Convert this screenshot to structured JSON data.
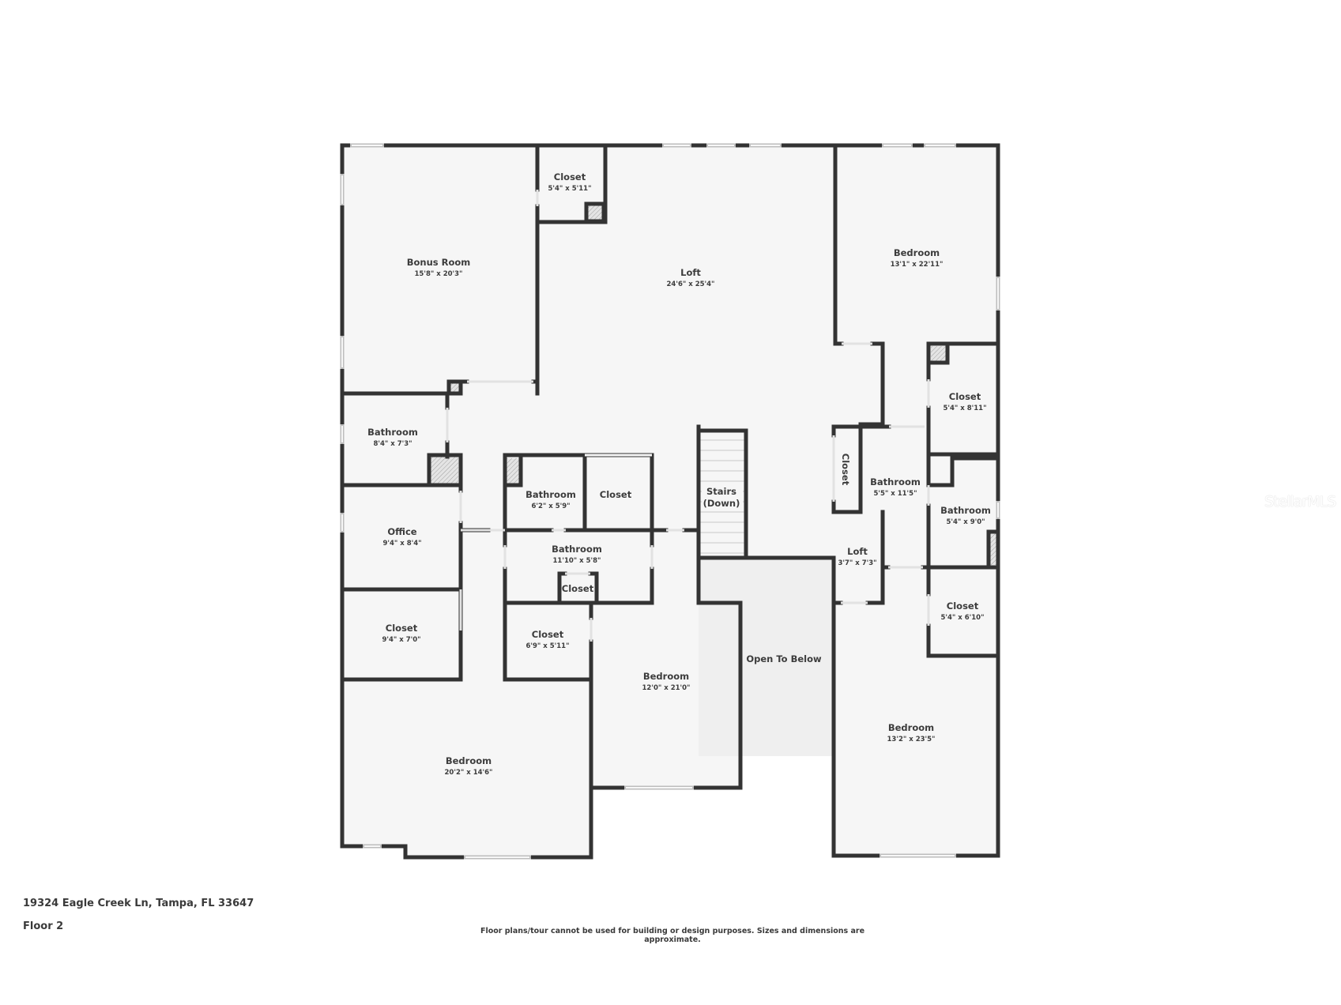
{
  "address": "19324 Eagle Creek Ln, Tampa, FL 33647",
  "floor_label": "Floor 2",
  "disclaimer": "Floor plans/tour cannot be used for building or design purposes. Sizes and dimensions are approximate.",
  "watermark": "StellarMLS",
  "colors": {
    "wall": "#333333",
    "floor": "#f6f6f6",
    "open_to_below": "#efefef",
    "text": "#3c3c3c"
  },
  "rooms": {
    "bonus_room": {
      "name": "Bonus Room",
      "dim": "15'8\" x 20'3\""
    },
    "closet_top": {
      "name": "Closet",
      "dim": "5'4\" x 5'11\""
    },
    "loft_main": {
      "name": "Loft",
      "dim": "24'6\" x 25'4\""
    },
    "bedroom_ne": {
      "name": "Bedroom",
      "dim": "13'1\" x 22'11\""
    },
    "closet_ne": {
      "name": "Closet",
      "dim": "5'4\" x 8'11\""
    },
    "bathroom_w": {
      "name": "Bathroom",
      "dim": "8'4\" x 7'3\""
    },
    "bathroom_mid": {
      "name": "Bathroom",
      "dim": "6'2\" x 5'9\""
    },
    "closet_mid": {
      "name": "Closet",
      "dim": ""
    },
    "stairs": {
      "name": "Stairs",
      "sub": "(Down)"
    },
    "closet_vert": {
      "name": "Closet"
    },
    "bathroom_e1": {
      "name": "Bathroom",
      "dim": "5'5\" x 11'5\""
    },
    "bathroom_e2": {
      "name": "Bathroom",
      "dim": "5'4\" x 9'0\""
    },
    "office": {
      "name": "Office",
      "dim": "9'4\" x 8'4\""
    },
    "bathroom_long": {
      "name": "Bathroom",
      "dim": "11'10\" x 5'8\""
    },
    "closet_small": {
      "name": "Closet"
    },
    "loft_small": {
      "name": "Loft",
      "dim": "3'7\" x 7'3\""
    },
    "closet_w2": {
      "name": "Closet",
      "dim": "9'4\" x 7'0\""
    },
    "closet_c": {
      "name": "Closet",
      "dim": "6'9\" x 5'11\""
    },
    "closet_e3": {
      "name": "Closet",
      "dim": "5'4\" x 6'10\""
    },
    "open_to_below": {
      "name": "Open To Below"
    },
    "bedroom_c": {
      "name": "Bedroom",
      "dim": "12'0\" x 21'0\""
    },
    "bedroom_sw": {
      "name": "Bedroom",
      "dim": "20'2\" x 14'6\""
    },
    "bedroom_se": {
      "name": "Bedroom",
      "dim": "13'2\" x 23'5\""
    }
  }
}
